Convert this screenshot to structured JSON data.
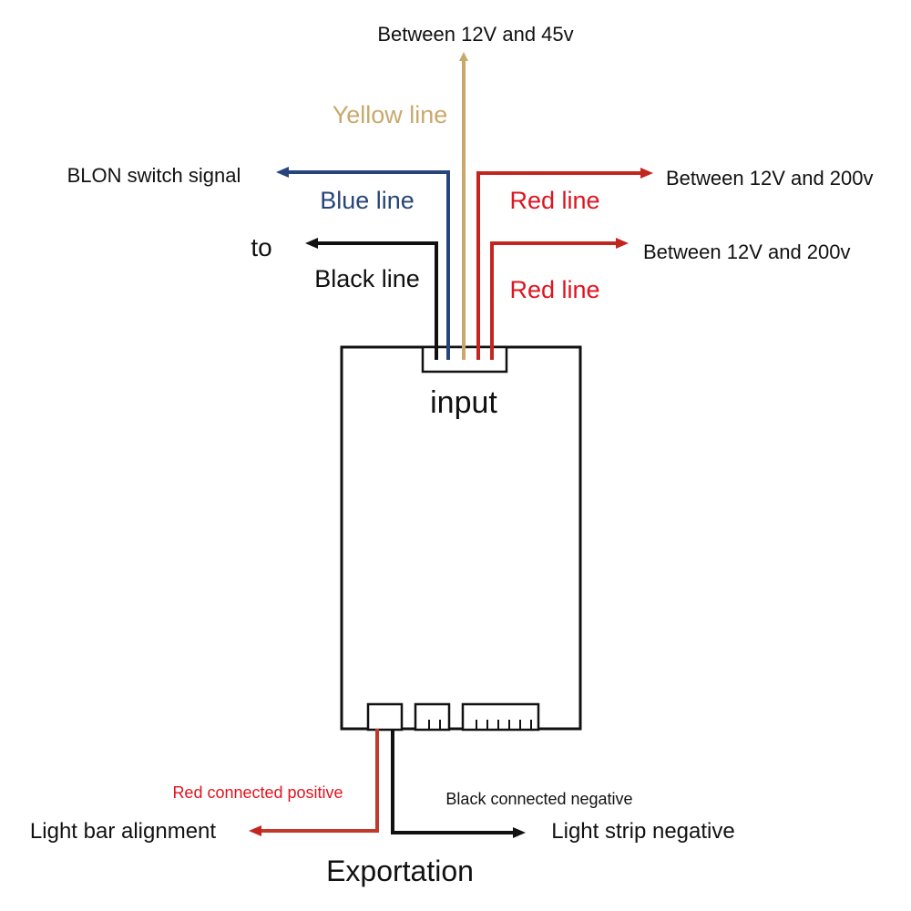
{
  "labels": {
    "top_voltage": "Between 12V and 45v",
    "yellow_line": "Yellow line",
    "blon_signal": "BLON switch signal",
    "blue_line": "Blue line",
    "red_line_1": "Red line",
    "red_voltage_1": "Between 12V and 200v",
    "to": "to",
    "red_voltage_2": "Between 12V and 200v",
    "black_line": "Black line",
    "red_line_2": "Red line",
    "input": "input",
    "red_connected_positive": "Red connected positive",
    "black_connected_negative": "Black connected negative",
    "light_bar_alignment": "Light bar alignment",
    "light_strip_negative": "Light strip negative",
    "exportation": "Exportation"
  },
  "colors": {
    "yellow": "#c9a96b",
    "blue": "#27457a",
    "red": "#c4261f",
    "red_text": "#e0141e",
    "red_out": "#c0392b",
    "black": "#111111"
  }
}
